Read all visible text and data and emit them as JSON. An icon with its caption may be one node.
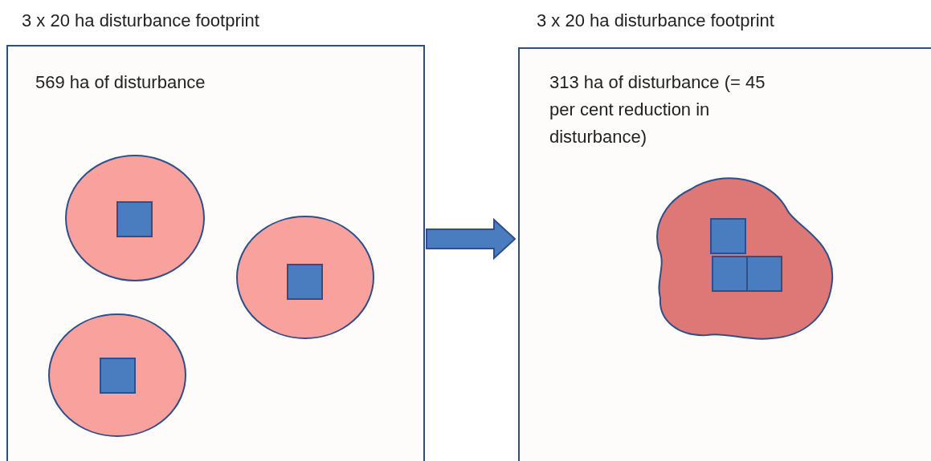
{
  "diagram": {
    "nodes": [
      {
        "text": [
          "3 x 20 ha disturbance footprint",
          "569 ha of disturbance"
        ]
      },
      {
        "text": [
          "3 x 20 ha disturbance footprint",
          "313 ha of disturbance (= 45 per cent reduction in disturbance)"
        ]
      }
    ],
    "edges": [
      {
        "from": 0,
        "to": 1,
        "arrow": "to"
      }
    ]
  }
}
